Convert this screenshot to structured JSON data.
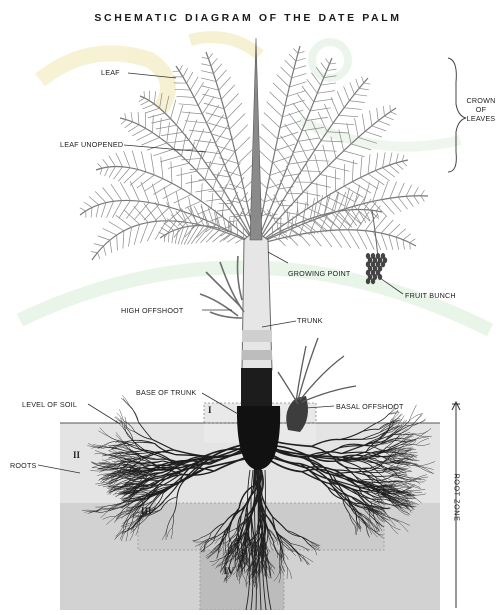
{
  "title": "SCHEMATIC DIAGRAM OF THE DATE PALM",
  "labels": {
    "leaf": "LEAF",
    "leaf_unopened": "LEAF UNOPENED",
    "growing_point": "GROWING POINT",
    "fruit_bunch": "FRUIT BUNCH",
    "high_offshoot": "HIGH OFFSHOOT",
    "trunk": "TRUNK",
    "base_of_trunk": "BASE OF TRUNK",
    "level_of_soil": "LEVEL OF SOIL",
    "basal_offshoot": "BASAL OFFSHOOT",
    "roots": "ROOTS",
    "crown_line1": "CROWN",
    "crown_line2": "OF",
    "crown_line3": "LEAVES",
    "root_zone": "ROOT ZONE"
  },
  "zones": {
    "z1": "I",
    "z2": "II",
    "z3": "III",
    "z4": "IV"
  },
  "colors": {
    "soil_zone_I_II": "#e2e2e2",
    "soil_zone_III": "#cacaca",
    "soil_zone_IV": "#b6b6b6",
    "leaf": "#7a7a7a",
    "trunk": "#e8e8e8",
    "watermark": "#d9ecd9",
    "watermark_gold": "#f2e9b8"
  }
}
